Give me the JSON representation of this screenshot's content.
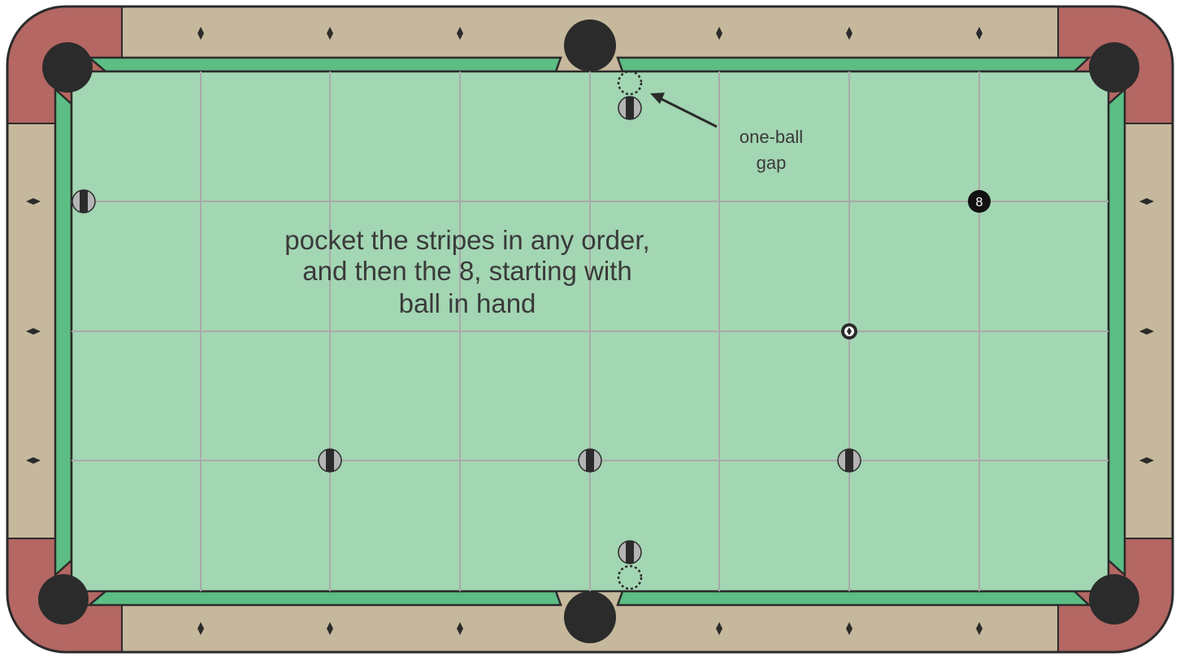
{
  "instruction": {
    "line1": "pocket the stripes in any order,",
    "line2": "and then the 8, starting with",
    "line3": "ball in hand"
  },
  "annotation": {
    "line1": "one-ball",
    "line2": "gap"
  },
  "eight_ball": {
    "label": "8"
  },
  "colors": {
    "felt": "#a3d6b3",
    "cushion": "#5cbd85",
    "rail": "#c6b89c",
    "corner": "#b46763",
    "pocket": "#2b2b2b",
    "grid_line": "#a9a9a9",
    "stripe_ball_fill": "#b4b4b4",
    "stripe_band": "#2b2b2b",
    "outline": "#2b2b2b"
  },
  "icons": {
    "stripe_ball": "striped-ball-icon",
    "eight_ball": "eight-ball-icon",
    "cue_ball": "cue-ball-target-icon",
    "gap_marker": "dashed-ghost-ball-icon",
    "diamond": "rail-diamond-icon",
    "pocket": "pocket-icon",
    "arrow": "arrow-icon"
  }
}
